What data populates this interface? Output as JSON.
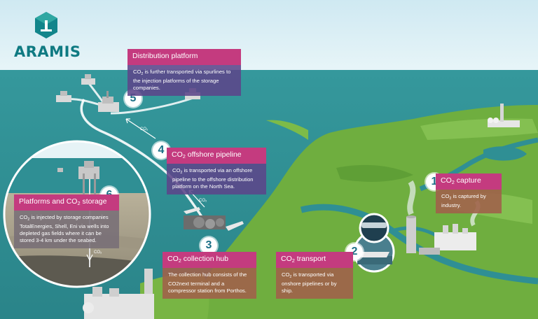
{
  "brand": {
    "name": "ARAMIS",
    "logo_icon": "hexagon-arrow-down-icon",
    "color": "#0f7a82"
  },
  "colors": {
    "sea": "#2f8f94",
    "land": "#6fae3f",
    "sky": "#d9eef5",
    "card_title": "#c43b7f",
    "card_body_violet": "#5c468a",
    "card_body_brown": "#a0624a",
    "badge_text": "#1b6f86"
  },
  "steps": [
    {
      "number": "1",
      "title_pre": "CO",
      "title_sub": "2",
      "title_post": " capture",
      "text_pre": "CO",
      "text_sub": "2",
      "text_post": " is captured by industry."
    },
    {
      "number": "2",
      "title_pre": "CO",
      "title_sub": "2",
      "title_post": " transport",
      "text_pre": "CO",
      "text_sub": "2",
      "text_post": " is transported via onshore pipelines or by ship."
    },
    {
      "number": "3",
      "title_pre": "CO",
      "title_sub": "2",
      "title_post": " collection hub",
      "text_pre": "",
      "text_sub": "",
      "text_post": "The collection hub consists of the CO2next terminal and a compressor station from Porthos."
    },
    {
      "number": "4",
      "title_pre": "CO",
      "title_sub": "2",
      "title_post": " offshore pipeline",
      "text_pre": "CO",
      "text_sub": "2",
      "text_post": " is transported via an offshore pipeline to the offshore distribution platform on the North Sea."
    },
    {
      "number": "5",
      "title_pre": "Distribution platform",
      "title_sub": "",
      "title_post": "",
      "text_pre": "CO",
      "text_sub": "2",
      "text_post": " is further transported via spurlines to the injection platforms of the storage companies."
    },
    {
      "number": "6",
      "title_pre": "Platforms and CO",
      "title_sub": "2",
      "title_post": " storage",
      "text_pre": "CO",
      "text_sub": "2",
      "text_post": " is injected by storage companies TotalEnergies, Shell, Eni via wells into depleted gas fields where it can be stored 3-4 km under the seabed."
    }
  ],
  "flow_labels": {
    "pipeline_arrow_upper": "CO₂",
    "pipeline_arrow_lower": "CO₂",
    "storage_arrow": "CO₂"
  },
  "icons": {
    "platform": "offshore-platform-icon",
    "ship": "ship-icon",
    "factory": "factory-icon",
    "smokestack": "smokestack-icon"
  }
}
